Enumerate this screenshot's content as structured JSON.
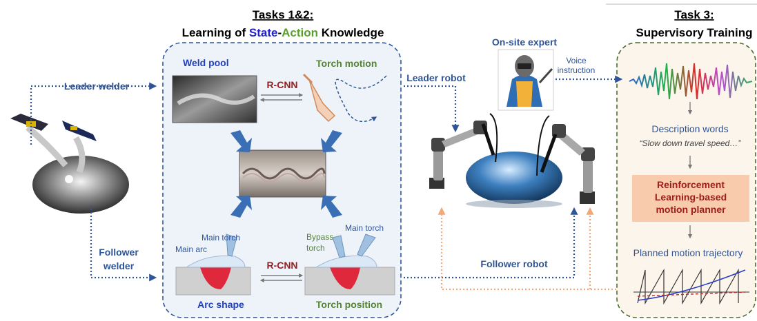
{
  "tasks12": {
    "heading": "Tasks 1&2:",
    "subtitle_prefix": "Learning of ",
    "state_word": "State",
    "dash": "-",
    "action_word": "Action",
    "subtitle_suffix": " Knowledge"
  },
  "task3": {
    "heading": "Task 3:",
    "subtitle": "Supervisory Training"
  },
  "labels": {
    "leader_welder": "Leader welder",
    "follower_welder_1": "Follower",
    "follower_welder_2": "welder",
    "weld_pool": "Weld pool",
    "torch_motion": "Torch motion",
    "rcnn_top": "R-CNN",
    "rcnn_bottom": "R-CNN",
    "main_torch_left": "Main torch",
    "main_arc": "Main arc",
    "bypass_torch_1": "Bypass",
    "bypass_torch_2": "torch",
    "main_torch_right": "Main torch",
    "arc_shape": "Arc shape",
    "torch_position": "Torch position",
    "onsite_expert": "On-site expert",
    "leader_robot": "Leader robot",
    "follower_robot": "Follower robot",
    "voice_instruction_1": "Voice",
    "voice_instruction_2": "instruction",
    "description_words": "Description words",
    "quote": "“Slow down travel speed…”",
    "rl_line1": "Reinforcement",
    "rl_line2": "Learning-based",
    "rl_line3": "motion planner",
    "planned_trajectory": "Planned motion trajectory"
  },
  "colors": {
    "blue_text": "#2f5597",
    "green_text": "#548235",
    "red_text": "#9b1c1c",
    "state_blue": "#2222cc",
    "action_green": "#58a02c",
    "arrow_blue": "#3a6fb5",
    "orange_dotted": "#f0a878",
    "rl_box": "#f8cbad"
  }
}
